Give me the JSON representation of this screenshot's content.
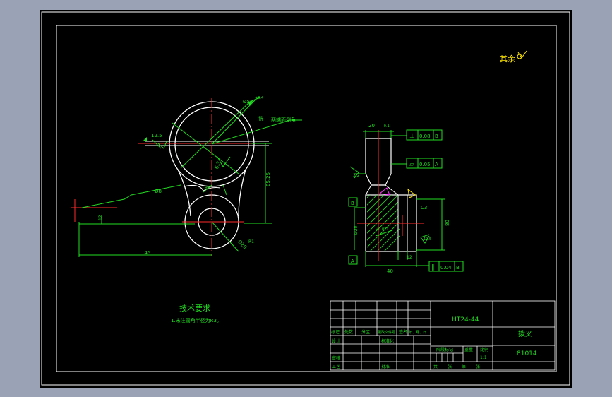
{
  "drawing": {
    "corner_note": "其余",
    "tech_title": "技术要求",
    "tech_note": "1.未注圆角半径为R3。",
    "material": "HT24-44",
    "part_name": "拨叉",
    "part_number": "81014",
    "scale": "1:1",
    "title_block_headers": [
      "标记",
      "处数",
      "分区",
      "更改文件号",
      "签名",
      "年、月、日"
    ],
    "title_block_roles": [
      "设计",
      "标准化",
      "审核",
      "工艺",
      "批准"
    ],
    "title_block_stage": [
      "阶段标记",
      "重量",
      "比例"
    ],
    "title_block_sheet": [
      "共",
      "张",
      "第",
      "张"
    ],
    "dimensions": {
      "d_bore_top": "Ø55",
      "d_bore_top_tol": "+0.4",
      "d_bore_small": "Ø20",
      "angle_pin": "12.5",
      "height_total": "85.25",
      "width_left": "145",
      "r_note": "R5",
      "d_hole": "Ø8",
      "r_small": "R1",
      "dist_12": "12",
      "sec_width": "20",
      "sec_tol": "-0.1",
      "sec_height": "80",
      "sec_base": "40",
      "sec_slot": "12",
      "sec_d": "Ø20",
      "sec_chamfer": "C3",
      "sec_bore_mark": "+0.021"
    },
    "tolerances": {
      "perp": "0.08",
      "perp_ref": "B",
      "flat": "0.05",
      "flat_ref": "A",
      "para": "0.04",
      "para_ref": "B",
      "datum_a": "A",
      "datum_b": "B"
    },
    "roughness": {
      "top": "3.2",
      "side": "3.2",
      "bore": "6.3",
      "slot": "12.5"
    },
    "leader_notes": {
      "chamfer_note": "两端面倒角",
      "surface_note": "铣"
    }
  },
  "colors": {
    "frame": "#ffffff",
    "green": "#22dd22",
    "red": "#ff2a2a",
    "magenta": "#ff33ff",
    "yellow": "#ffe600"
  }
}
